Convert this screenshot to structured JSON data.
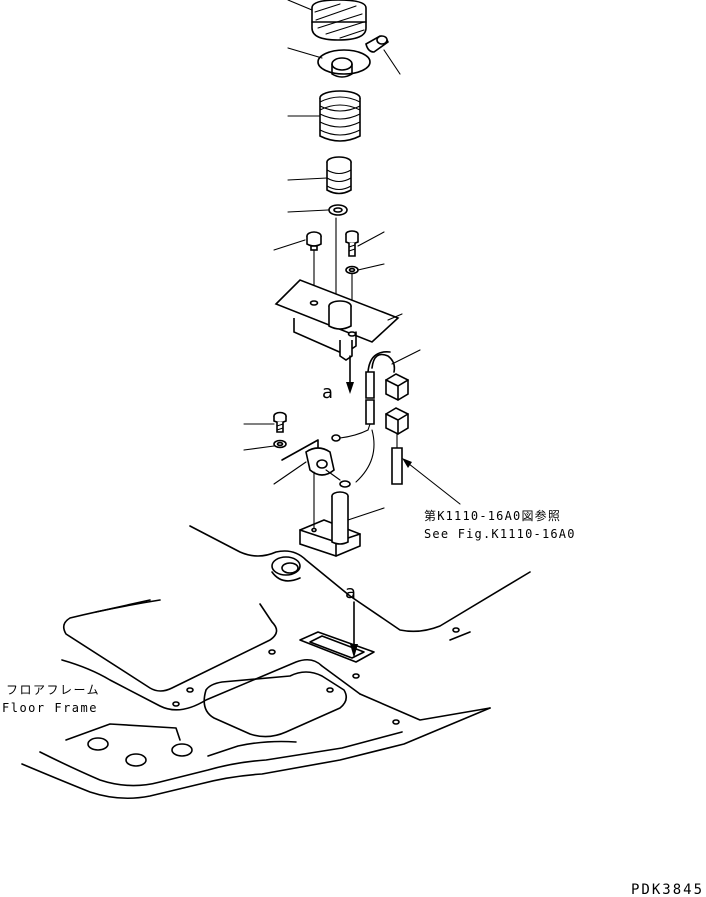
{
  "labels": {
    "floor_frame_jp": "フロアフレーム",
    "floor_frame_en": "Floor Frame",
    "ref_jp": "第K1110-16A0図参照",
    "ref_en": "See Fig.K1110-16A0",
    "arrow_a_upper": "a",
    "arrow_a_lower": "a",
    "drawing_code": "PDK3845"
  }
}
